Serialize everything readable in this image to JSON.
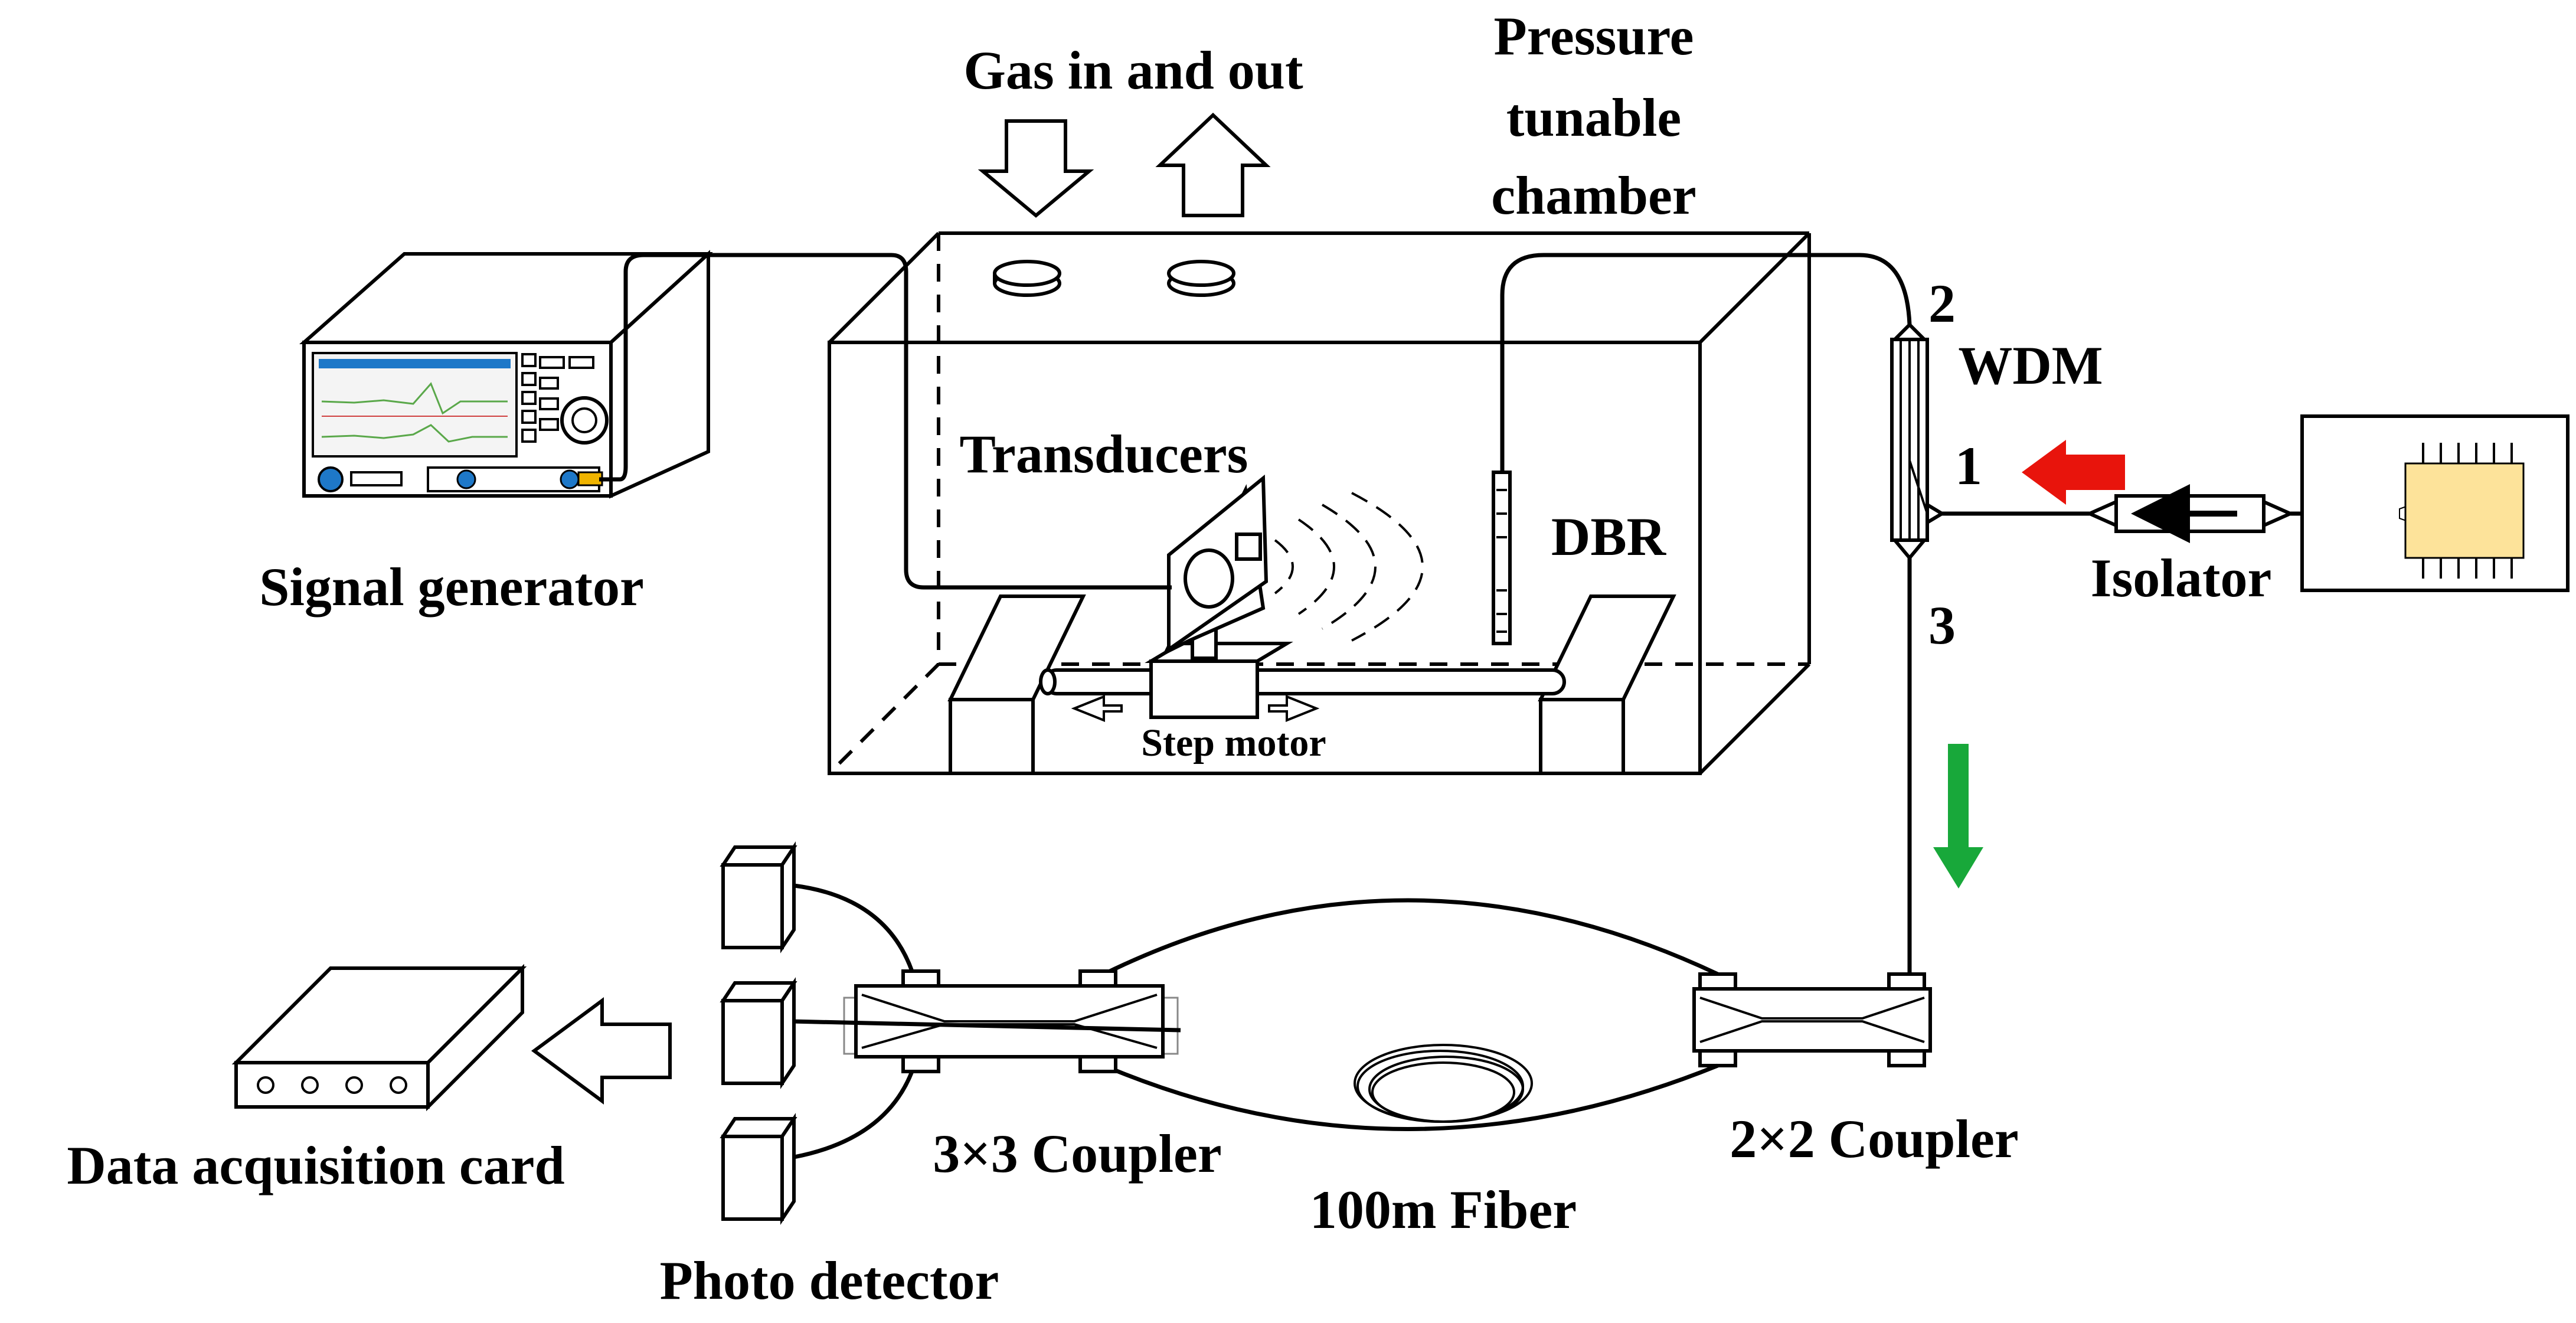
{
  "labels": {
    "gas": "Gas in and out",
    "pressure": [
      "Pressure",
      "tunable",
      "chamber"
    ],
    "signal_generator": "Signal generator",
    "transducers": "Transducers",
    "dbr": "DBR",
    "step_motor": "Step motor",
    "wdm": "WDM",
    "port1": "1",
    "port2": "2",
    "port3": "3",
    "isolator": "Isolator",
    "coupler33": "3×3 Coupler",
    "coupler22": "2×2 Coupler",
    "fiber": "100m Fiber",
    "photo_detector": "Photo detector",
    "daq": "Data acquisition card"
  },
  "colors": {
    "red_arrow": "#e8140c",
    "green_arrow": "#18a83a",
    "laser_chip": "#fde39a",
    "screen_trace_green": "#5aa84a",
    "screen_trace_red": "#d04040",
    "knob_blue": "#1e78c8",
    "connector_yellow": "#f0b400"
  }
}
